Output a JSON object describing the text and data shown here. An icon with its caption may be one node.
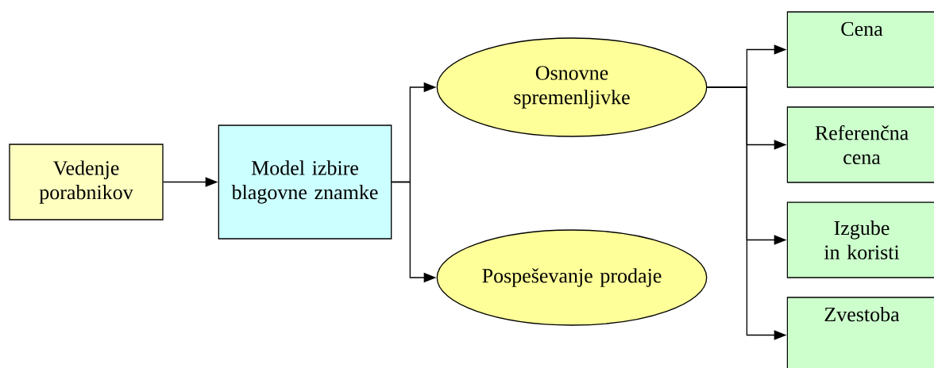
{
  "diagram": {
    "nodes": [
      {
        "text": [
          "Vedenje porabnikov"
        ]
      },
      {
        "text": [
          "Model izbire blagovne znamke"
        ]
      },
      {
        "text": [
          "Osnovne spremenljivke"
        ]
      },
      {
        "text": [
          "Pospeševanje prodaje"
        ]
      },
      {
        "text": [
          "Cena"
        ]
      },
      {
        "text": [
          "Referenčna cena"
        ]
      },
      {
        "text": [
          "Izgube in koristi"
        ]
      },
      {
        "text": [
          "Zvestoba"
        ]
      }
    ],
    "edges": [
      {
        "from": 0,
        "to": 1,
        "arrow": "to"
      },
      {
        "from": 1,
        "to": 2,
        "arrow": "to"
      },
      {
        "from": 1,
        "to": 3,
        "arrow": "to"
      },
      {
        "from": 2,
        "to": 4,
        "arrow": "to"
      },
      {
        "from": 2,
        "to": 5,
        "arrow": "to"
      },
      {
        "from": 2,
        "to": 6,
        "arrow": "to"
      },
      {
        "from": 2,
        "to": 7,
        "arrow": "to"
      }
    ]
  }
}
